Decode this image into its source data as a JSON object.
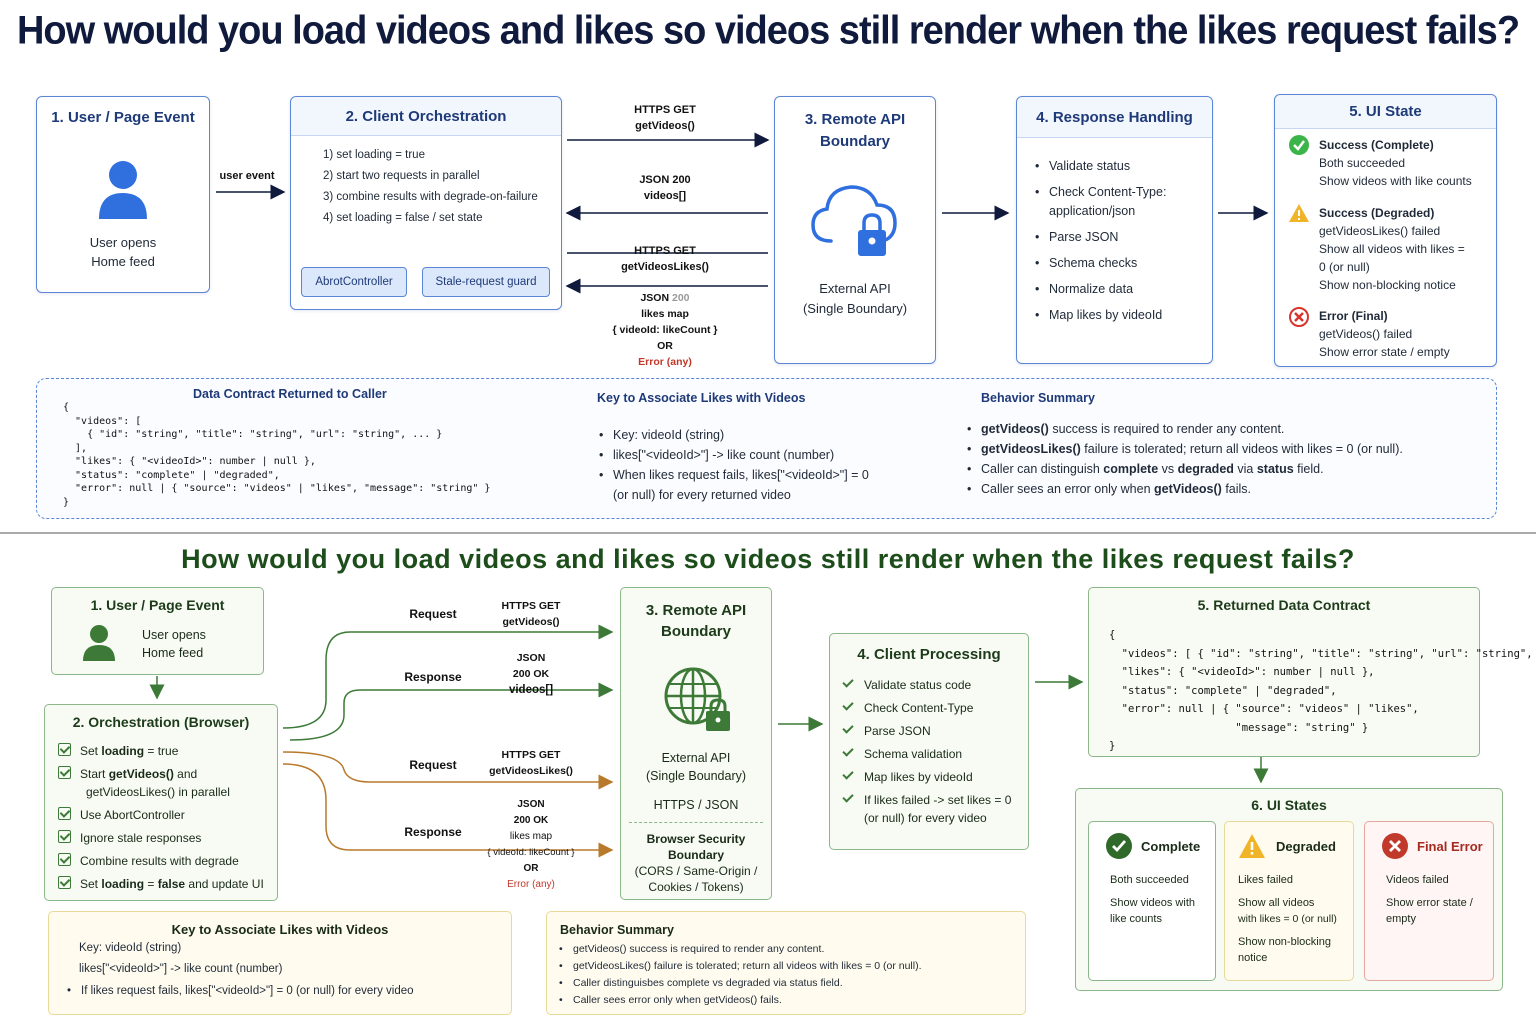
{
  "top": {
    "title": "How would you load videos and likes so videos still render when the likes request fails?",
    "box1": {
      "title": "1. User / Page Event",
      "line1": "User opens",
      "line2": "Home feed"
    },
    "arrow_user_event": "user event",
    "box2": {
      "title": "2. Client Orchestration",
      "steps": [
        "1)  set loading = true",
        "2)  start two requests in parallel",
        "3)  combine results with degrade-on-failure",
        "4)  set loading = false / set state"
      ],
      "btn1": "AbrotController",
      "btn2": "Stale-request guard"
    },
    "req1": {
      "l1": "HTTPS GET",
      "l2": "getVideos()"
    },
    "res1": {
      "l1": "JSON 200",
      "l2": "videos[]"
    },
    "req2": {
      "l1": "HTTPS GET",
      "l2": "getVideosLikes()"
    },
    "res2": {
      "l1a": "JSON ",
      "l1b": "200",
      "l2": "likes map",
      "l3": "{ videoId: likeCount }",
      "l4": "OR",
      "l5": "Error (any)"
    },
    "box3": {
      "title1": "3. Remote API",
      "title2": "Boundary",
      "line1": "External API",
      "line2": "(Single Boundary)"
    },
    "box4": {
      "title": "4. Response Handling",
      "items": [
        "Validate status",
        "Check Content-Type:",
        "Parse JSON",
        "Schema checks",
        "Normalize data",
        "Map likes by videoId"
      ],
      "item2b": "application/json"
    },
    "box5": {
      "title": "5. UI State",
      "s1": {
        "title": "Success (Complete)",
        "l1": "Both succeeded",
        "l2": "Show videos with like counts"
      },
      "s2": {
        "title": "Success (Degraded)",
        "l1": "getVideosLikes() failed",
        "l2": "Show all videos with likes =",
        "l3": "0 (or null)",
        "l4": "Show non-blocking notice"
      },
      "s3": {
        "title": "Error (Final)",
        "l1": "getVideos() failed",
        "l2": "Show error state / empty"
      }
    },
    "contract": {
      "title": "Data Contract Returned to Caller",
      "code": "{\n  \"videos\": [\n    { \"id\": \"string\", \"title\": \"string\", \"url\": \"string\", ... }\n  ],\n  \"likes\": { \"<videoId>\": number | null },\n  \"status\": \"complete\" | \"degraded\",\n  \"error\": null | { \"source\": \"videos\" | \"likes\", \"message\": \"string\" }\n}"
    },
    "key": {
      "title": "Key to Associate Likes with Videos",
      "items": [
        "Key: videoId (string)",
        "likes[\"<videoId>\"] -> like count (number)",
        "When likes request fails, likes[\"<videoId>\"] = 0"
      ],
      "item3b": "(or null) for every returned video"
    },
    "behavior": {
      "title": "Behavior Summary",
      "i1a": "getVideos()",
      "i1b": " success is required to render any content.",
      "i2a": "getVideosLikes()",
      "i2b": " failure is tolerated; return all videos with likes = 0 (or null).",
      "i3a": "Caller can distinguish ",
      "i3b": "complete",
      "i3c": " vs ",
      "i3d": "degraded",
      "i3e": " via ",
      "i3f": "status",
      "i3g": " field.",
      "i4a": "Caller sees an error only when ",
      "i4b": "getVideos()",
      "i4c": " fails."
    }
  },
  "bottom": {
    "title": "How would you load videos and likes so videos still render when the likes request fails?",
    "box1": {
      "title": "1. User / Page Event",
      "l1": "User opens",
      "l2": "Home feed"
    },
    "box2": {
      "title": "2. Orchestration (Browser)",
      "i1a": "Set ",
      "i1b": "loading",
      "i1c": " = true",
      "i2a": "Start ",
      "i2b": "getVideos()",
      "i2c": " and",
      "i2d": "getVideosLikes()",
      "i2e": " in parallel",
      "i3": "Use AbortController",
      "i4": "Ignore stale responses",
      "i5": "Combine results with degrade",
      "i6a": "Set ",
      "i6b": "loading",
      "i6c": " = ",
      "i6d": "false",
      "i6e": " and update UI"
    },
    "flow": {
      "request": "Request",
      "response": "Response",
      "r1": {
        "l1": "HTTPS GET",
        "l2": "getVideos()"
      },
      "p1": {
        "l1": "JSON",
        "l2": "200 OK",
        "l3": "videos[]"
      },
      "r2": {
        "l1": "HTTPS GET",
        "l2": "getVideosLikes()"
      },
      "p2": {
        "l1": "JSON",
        "l2": "200 OK",
        "l3": "likes map",
        "l4": "{ videoId: likeCount }",
        "l5": "OR",
        "l6": "Error (any)"
      }
    },
    "box3": {
      "title1": "3. Remote API",
      "title2": "Boundary",
      "l1": "External API",
      "l2": "(Single Boundary)",
      "l3": "HTTPS / JSON",
      "b1": "Browser Security",
      "b2": "Boundary",
      "b3": "(CORS / Same-Origin /",
      "b4": "Cookies / Tokens)"
    },
    "box4": {
      "title": "4. Client Processing",
      "items": [
        "Validate status code",
        "Check Content-Type",
        "Parse JSON",
        "Schema validation",
        "Map likes by videoId",
        "If likes failed -> set likes = 0"
      ],
      "item6b": "(or null) for every video"
    },
    "box5": {
      "title": "5. Returned Data Contract",
      "code": "{\n  \"videos\": [ { \"id\": \"string\", \"title\": \"string\", \"url\": \"string\", ... } ],\n  \"likes\": { \"<videoId>\": number | null },\n  \"status\": \"complete\" | \"degraded\",\n  \"error\": null | { \"source\": \"videos\" | \"likes\",\n                    \"message\": \"string\" }\n}"
    },
    "box6": {
      "title": "6. UI States",
      "c1": {
        "title": "Complete",
        "l1": "Both succeeded",
        "l2": "Show videos with",
        "l3": "like counts"
      },
      "c2": {
        "title": "Degraded",
        "l1": "Likes failed",
        "l2": "Show all videos",
        "l3": "with likes = 0 (or null)",
        "l4": "Show non-blocking",
        "l5": "notice"
      },
      "c3": {
        "title": "Final Error",
        "l1": "Videos failed",
        "l2": "Show error state /",
        "l3": "empty"
      }
    },
    "key": {
      "title": "Key to Associate Likes with Videos",
      "i1": "Key: videoId (string)",
      "i2": "likes[\"<videoId>\"] -> like count (number)",
      "i3": "If likes request fails, likes[\"<videoId>\"] = 0 (or null) for every video"
    },
    "behavior": {
      "title": "Behavior Summary",
      "items": [
        "getVideos() success is required to render any content.",
        "getVideosLikes() failure is tolerated; return all videos with likes = 0 (or null).",
        "Caller distinguisbes complete vs degraded via status field.",
        "Caller sees error only when getVideos() fails."
      ]
    }
  },
  "colors": {
    "blue": "#5b86d6",
    "navy": "#0f1a3c",
    "green": "#3d7a37",
    "orange": "#b8792b",
    "red": "#c0392b",
    "yellow": "#f0b429"
  }
}
